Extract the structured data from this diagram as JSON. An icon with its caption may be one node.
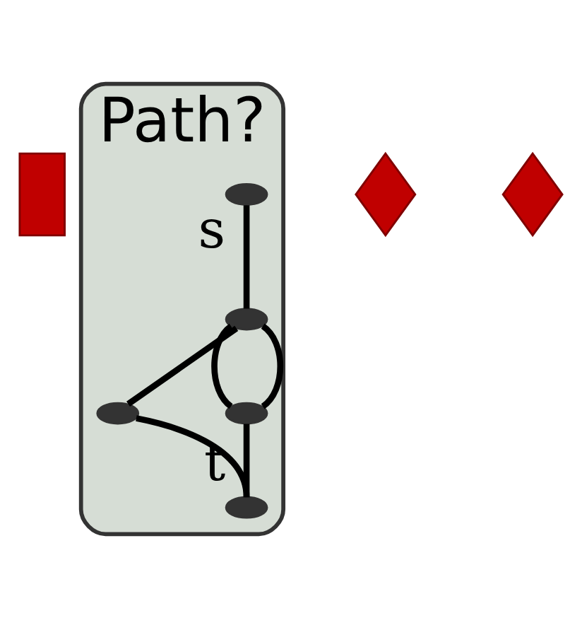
{
  "diagram": {
    "nodes": [
      {
        "text": [],
        "shape": "bar"
      },
      {
        "text": [
          "Path?"
        ]
      },
      {
        "text": [],
        "shape": "circle",
        "beside": [
          "s"
        ],
        "in": 1
      },
      {
        "text": [],
        "shape": "circle",
        "in": 1
      },
      {
        "text": [],
        "shape": "circle",
        "in": 1
      },
      {
        "text": [],
        "shape": "circle",
        "in": 1
      },
      {
        "text": [],
        "shape": "circle",
        "beside": [
          "t"
        ],
        "in": 1
      },
      {
        "text": [],
        "shape": "diamond"
      },
      {
        "text": [],
        "shape": "diamond"
      }
    ],
    "edges": [
      {
        "from": 2,
        "to": 3,
        "arrow": "none"
      },
      {
        "from": 3,
        "to": 4,
        "arrow": "none"
      },
      {
        "from": 3,
        "to": 5,
        "arrow": "none"
      },
      {
        "from": 3,
        "to": 5,
        "arrow": "none"
      },
      {
        "from": 5,
        "to": 6,
        "arrow": "none"
      },
      {
        "from": 4,
        "to": 6,
        "arrow": "none"
      }
    ]
  }
}
